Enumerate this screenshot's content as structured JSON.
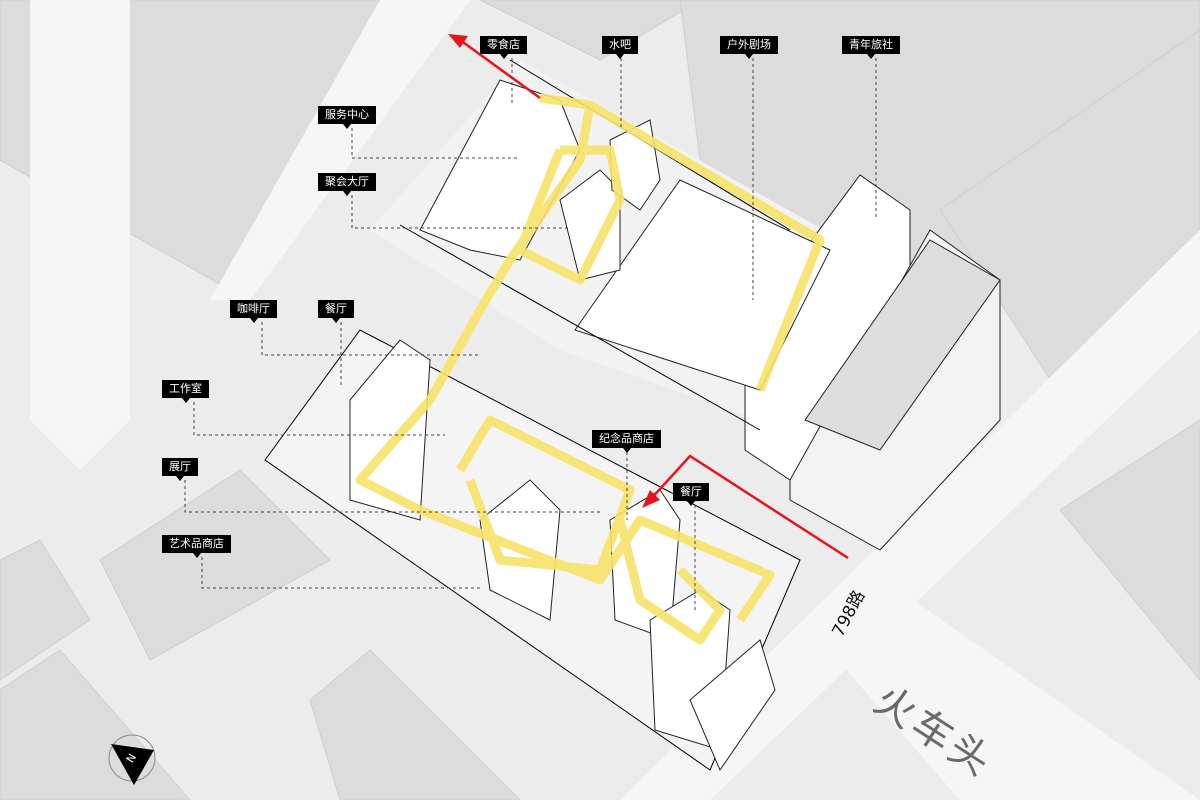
{
  "labels": {
    "snack_shop": "零食店",
    "water_bar": "水吧",
    "outdoor_theater": "户外剧场",
    "youth_hostel": "青年旅社",
    "service_center": "服务中心",
    "party_hall": "聚会大厅",
    "cafe": "咖啡厅",
    "restaurant_1": "餐厅",
    "studio": "工作室",
    "exhibition_hall": "展厅",
    "art_shop": "艺术品商店",
    "souvenir_shop": "纪念品商店",
    "restaurant_2": "餐厅"
  },
  "road_name": "798路",
  "area_name": "火车头",
  "compass": "N",
  "colors": {
    "path": "#f7e36a",
    "arrow": "#e8141b",
    "ground": "#ececec"
  }
}
